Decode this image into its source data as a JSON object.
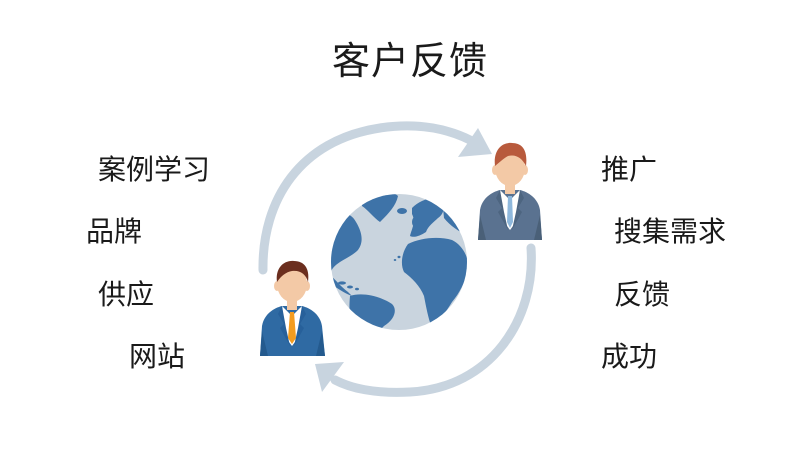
{
  "slide": {
    "title": "客户反馈",
    "left_labels": [
      {
        "text": "案例学习"
      },
      {
        "text": "品牌"
      },
      {
        "text": "供应"
      },
      {
        "text": "网站"
      }
    ],
    "right_labels": [
      {
        "text": "推广"
      },
      {
        "text": "搜集需求"
      },
      {
        "text": "反馈"
      },
      {
        "text": "成功"
      }
    ]
  },
  "graphic": {
    "center_icon": "globe-icon",
    "people": [
      {
        "role": "top-right-person",
        "tie_color": "#8fb8dc",
        "suit_color": "#5a7290",
        "hair_color": "#b85a3c"
      },
      {
        "role": "bottom-left-person",
        "tie_color": "#f39c1f",
        "suit_color": "#2f6aa3",
        "hair_color": "#6b2e1e"
      }
    ],
    "arrows": [
      "arrow-clockwise-top",
      "arrow-clockwise-bottom"
    ]
  },
  "colors": {
    "arrow": "#c8d4df",
    "globe_ocean": "#c9d4de",
    "globe_land": "#3e73a8",
    "text": "#1a1a1a",
    "background": "#ffffff"
  }
}
